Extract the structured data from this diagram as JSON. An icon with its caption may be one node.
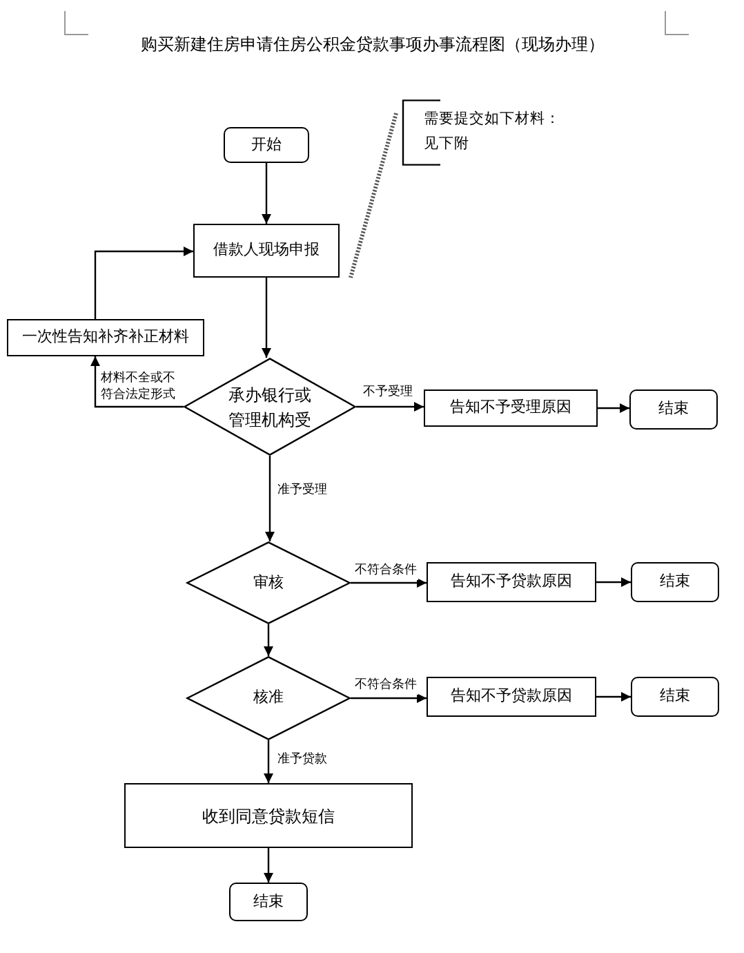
{
  "diagram": {
    "title": "购买新建住房申请住房公积金贷款事项办事流程图（现场办理）",
    "nodes": [
      {
        "text": [
          "开始"
        ]
      },
      {
        "text": [
          "借款人现场申报"
        ]
      },
      {
        "text": [
          "需要提交如下材料：见下附"
        ]
      },
      {
        "text": [
          "一次性告知补齐补正材料"
        ]
      },
      {
        "text": [
          "承办银行或管理机构受"
        ]
      },
      {
        "text": [
          "告知不予受理原因"
        ]
      },
      {
        "text": [
          "结束"
        ]
      },
      {
        "text": [
          "审核"
        ]
      },
      {
        "text": [
          "告知不予贷款原因"
        ]
      },
      {
        "text": [
          "结束"
        ]
      },
      {
        "text": [
          "核准"
        ]
      },
      {
        "text": [
          "告知不予贷款原因"
        ]
      },
      {
        "text": [
          "结束"
        ]
      },
      {
        "text": [
          "收到同意贷款短信"
        ]
      },
      {
        "text": [
          "结束"
        ]
      }
    ],
    "edges": [
      {
        "from": 0,
        "to": 1,
        "arrow": "to"
      },
      {
        "from": 2,
        "to": 1,
        "arrow": "none",
        "style": "dashed"
      },
      {
        "from": 4,
        "to": 3,
        "arrow": "to",
        "label": "材料不全或不符合法定形式"
      },
      {
        "from": 3,
        "to": 1,
        "arrow": "to"
      },
      {
        "from": 1,
        "to": 4,
        "arrow": "to"
      },
      {
        "from": 4,
        "to": 5,
        "arrow": "to",
        "label": "不予受理"
      },
      {
        "from": 5,
        "to": 6,
        "arrow": "to"
      },
      {
        "from": 4,
        "to": 7,
        "arrow": "to",
        "label": "准予受理"
      },
      {
        "from": 7,
        "to": 8,
        "arrow": "to",
        "label": "不符合条件"
      },
      {
        "from": 8,
        "to": 9,
        "arrow": "to"
      },
      {
        "from": 7,
        "to": 10,
        "arrow": "to"
      },
      {
        "from": 10,
        "to": 11,
        "arrow": "to",
        "label": "不符合条件"
      },
      {
        "from": 11,
        "to": 12,
        "arrow": "to"
      },
      {
        "from": 10,
        "to": 13,
        "arrow": "to",
        "label": "准予贷款"
      },
      {
        "from": 13,
        "to": 14,
        "arrow": "to"
      }
    ]
  }
}
